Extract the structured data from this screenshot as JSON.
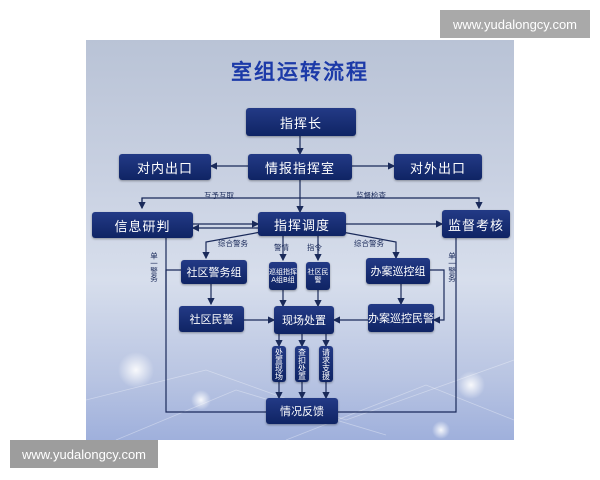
{
  "watermark": {
    "top": "www.yudalongcy.com",
    "bottom": "www.yudalongcy.com"
  },
  "diagram": {
    "title": "室组运转流程",
    "nodes": {
      "commander": "指挥长",
      "intel_room": "情报指挥室",
      "internal_exit": "对内出口",
      "external_exit": "对外出口",
      "info_research": "信息研判",
      "supervision": "监督考核",
      "dispatch": "指挥调度",
      "community_group": "社区警务组",
      "community_police": "社区民警",
      "patrol_ab": "巡组指挥A组B组",
      "community_police_small": "社区民警",
      "case_patrol_group": "办案巡控组",
      "case_patrol_police": "办案巡控民警",
      "onsite": "现场处置",
      "handle_scene": "处置现场",
      "seize": "查扣处置",
      "request_support": "请求支援",
      "feedback": "情况反馈"
    },
    "labels": {
      "mutual": "互予互取",
      "supervise_check": "监督检查",
      "integrated_left": "综合警务",
      "integrated_right": "综合警务",
      "intel": "警情",
      "command": "指令",
      "single_left": "单一警务",
      "single_right": "单一警务"
    }
  }
}
